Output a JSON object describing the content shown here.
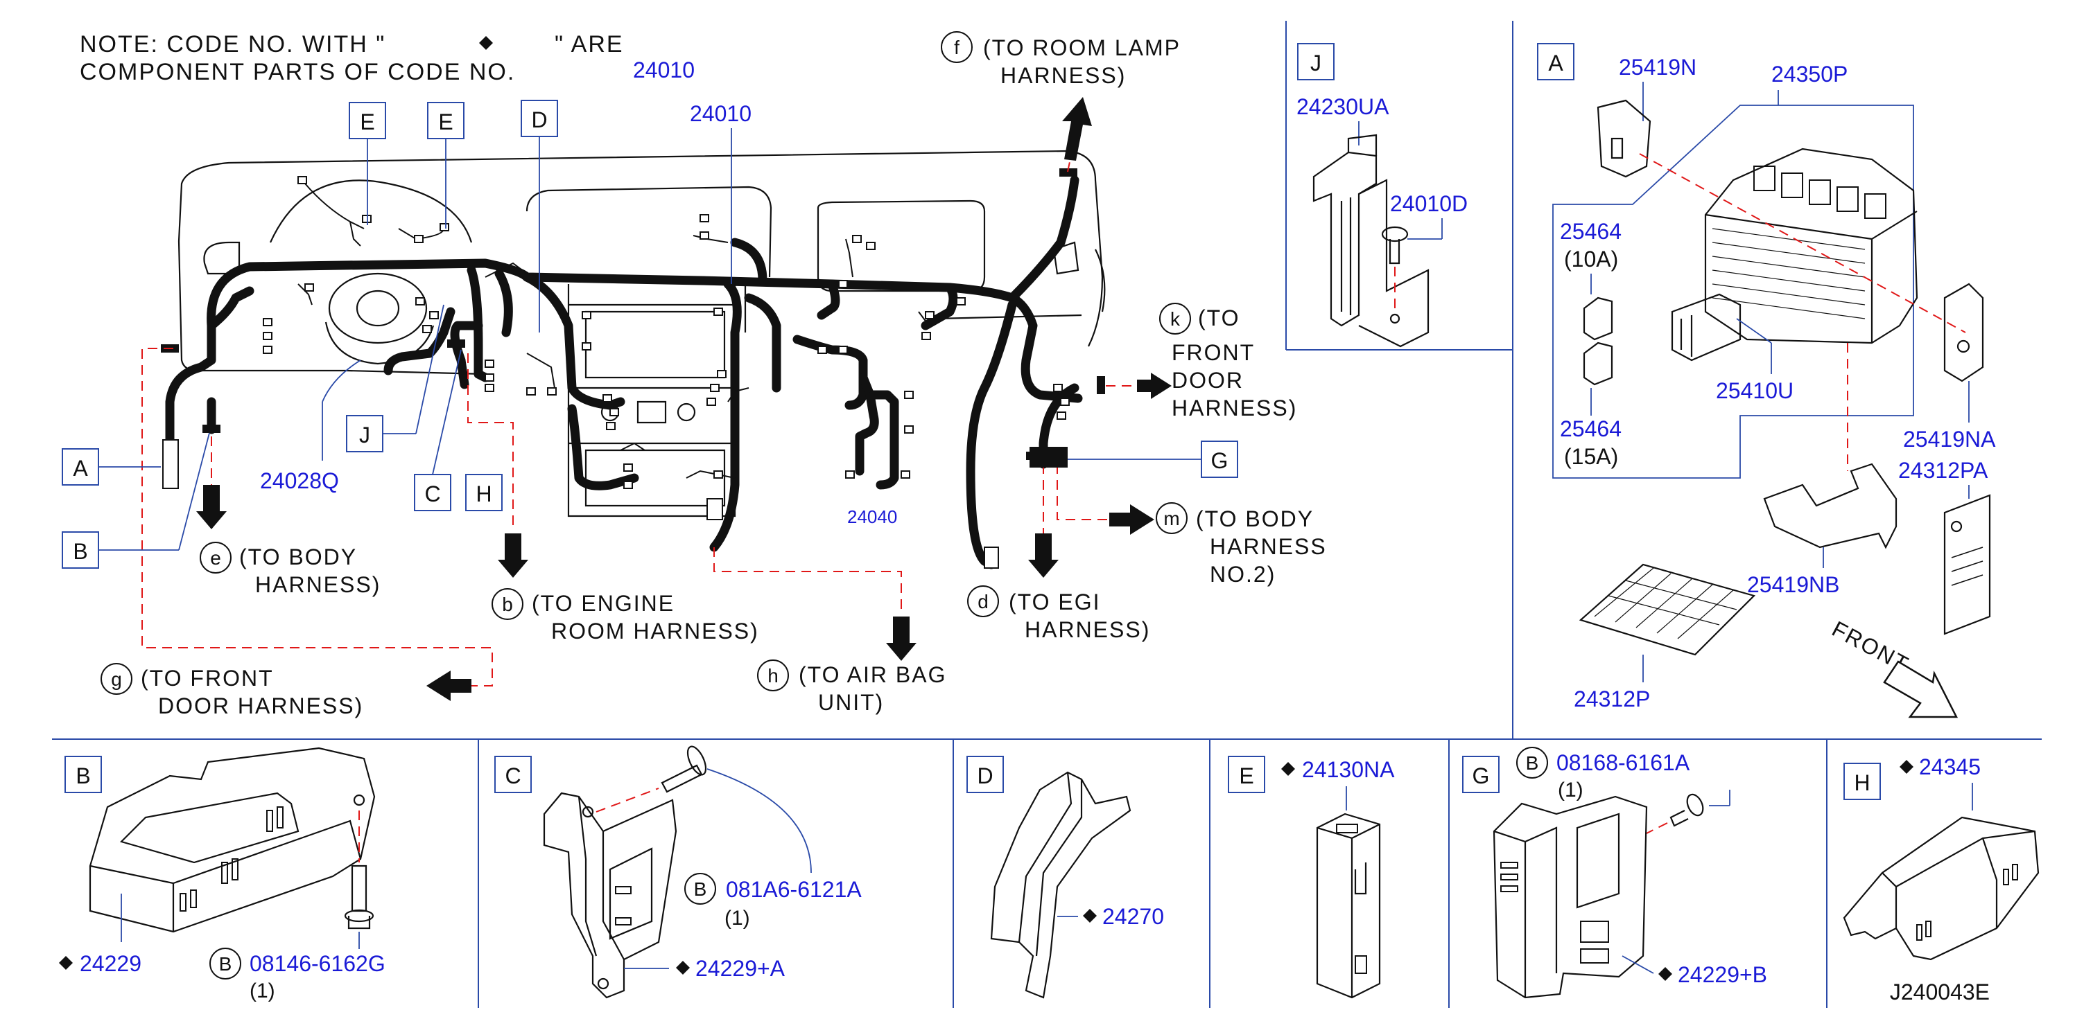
{
  "note": {
    "line1a": "NOTE:  CODE  NO.  WITH  \"",
    "line1b": "\"  ARE",
    "line2": "COMPONENT  PARTS  OF  CODE  NO.",
    "code_no": "24010"
  },
  "main_harness_part": "24010",
  "harness_parts": {
    "p24028q": "24028Q",
    "p24040": "24040"
  },
  "section_letters": {
    "A": "A",
    "B": "B",
    "C": "C",
    "D": "D",
    "E": "E",
    "G": "G",
    "H": "H",
    "J": "J"
  },
  "bolt_mark": "B",
  "destinations": {
    "e": {
      "key": "e",
      "line1": "(TO  BODY",
      "line2": "HARNESS)"
    },
    "b": {
      "key": "b",
      "line1": "(TO  ENGINE",
      "line2": "ROOM  HARNESS)"
    },
    "g": {
      "key": "g",
      "line1": "(TO  FRONT",
      "line2": "DOOR  HARNESS)"
    },
    "h": {
      "key": "h",
      "line1": "(TO  AIR  BAG",
      "line2": "UNIT)"
    },
    "f": {
      "key": "f",
      "line1": "(TO  ROOM  LAMP",
      "line2": "HARNESS)"
    },
    "k": {
      "key": "k",
      "line1": "(TO",
      "line2": "FRONT",
      "line3": "DOOR",
      "line4": "HARNESS)"
    },
    "m": {
      "key": "m",
      "line1": "(TO  BODY",
      "line2": "HARNESS",
      "line3": "NO.2)"
    },
    "d": {
      "key": "d",
      "line1": "(TO  EGI",
      "line2": "HARNESS)"
    }
  },
  "detail_J": {
    "bracket": "24230UA",
    "screw": "24010D"
  },
  "detail_A": {
    "box": "24350P",
    "bracket_top": "25419N",
    "fuse_10a": "25464",
    "fuse_10a_rating": "(10A)",
    "fuse_15a": "25464",
    "fuse_15a_rating": "(15A)",
    "relay": "25410U",
    "cover_side": "25419NA",
    "label": "24312PA",
    "bracket_bottom": "25419NB",
    "card": "24312P",
    "front_label": "FRONT"
  },
  "detail_B": {
    "bracket": "24229",
    "bolt": "08146-6162G",
    "qty": "(1)"
  },
  "detail_C": {
    "bolt": "081A6-6121A",
    "qty": "(1)",
    "bracket": "24229+A"
  },
  "detail_D": {
    "protector": "24270"
  },
  "detail_E": {
    "clip": "24130NA"
  },
  "detail_G": {
    "bolt": "08168-6161A",
    "qty": "(1)",
    "bracket": "24229+B"
  },
  "detail_H": {
    "cover": "24345"
  },
  "diagram_code": "J240043E",
  "colors": {
    "part_number": "#1a1ad6",
    "leader": "#2a4aa8",
    "dashed_route": "#e01818",
    "ink": "#111111"
  }
}
